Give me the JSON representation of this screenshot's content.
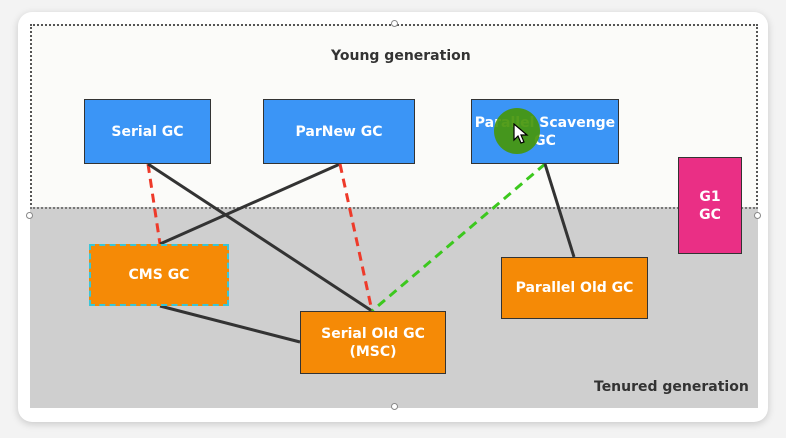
{
  "regions": {
    "young": "Young generation",
    "tenured": "Tenured generation"
  },
  "collectors": {
    "serial": "Serial GC",
    "parnew": "ParNew GC",
    "parallel_scavenge_1": "Parallel Scavenge",
    "parallel_scavenge_2": "GC",
    "g1_1": "G1",
    "g1_2": "GC",
    "cms": "CMS GC",
    "serial_old_1": "Serial Old GC",
    "serial_old_2": "(MSC)",
    "parallel_old": "Parallel Old GC"
  },
  "colors": {
    "young_box": "#3b95f6",
    "tenured_box": "#f58a06",
    "g1_box": "#ea2f85",
    "solid_link": "#333333",
    "red_dashed_link": "#ee3a2a",
    "green_dashed_link": "#3cc81e"
  }
}
